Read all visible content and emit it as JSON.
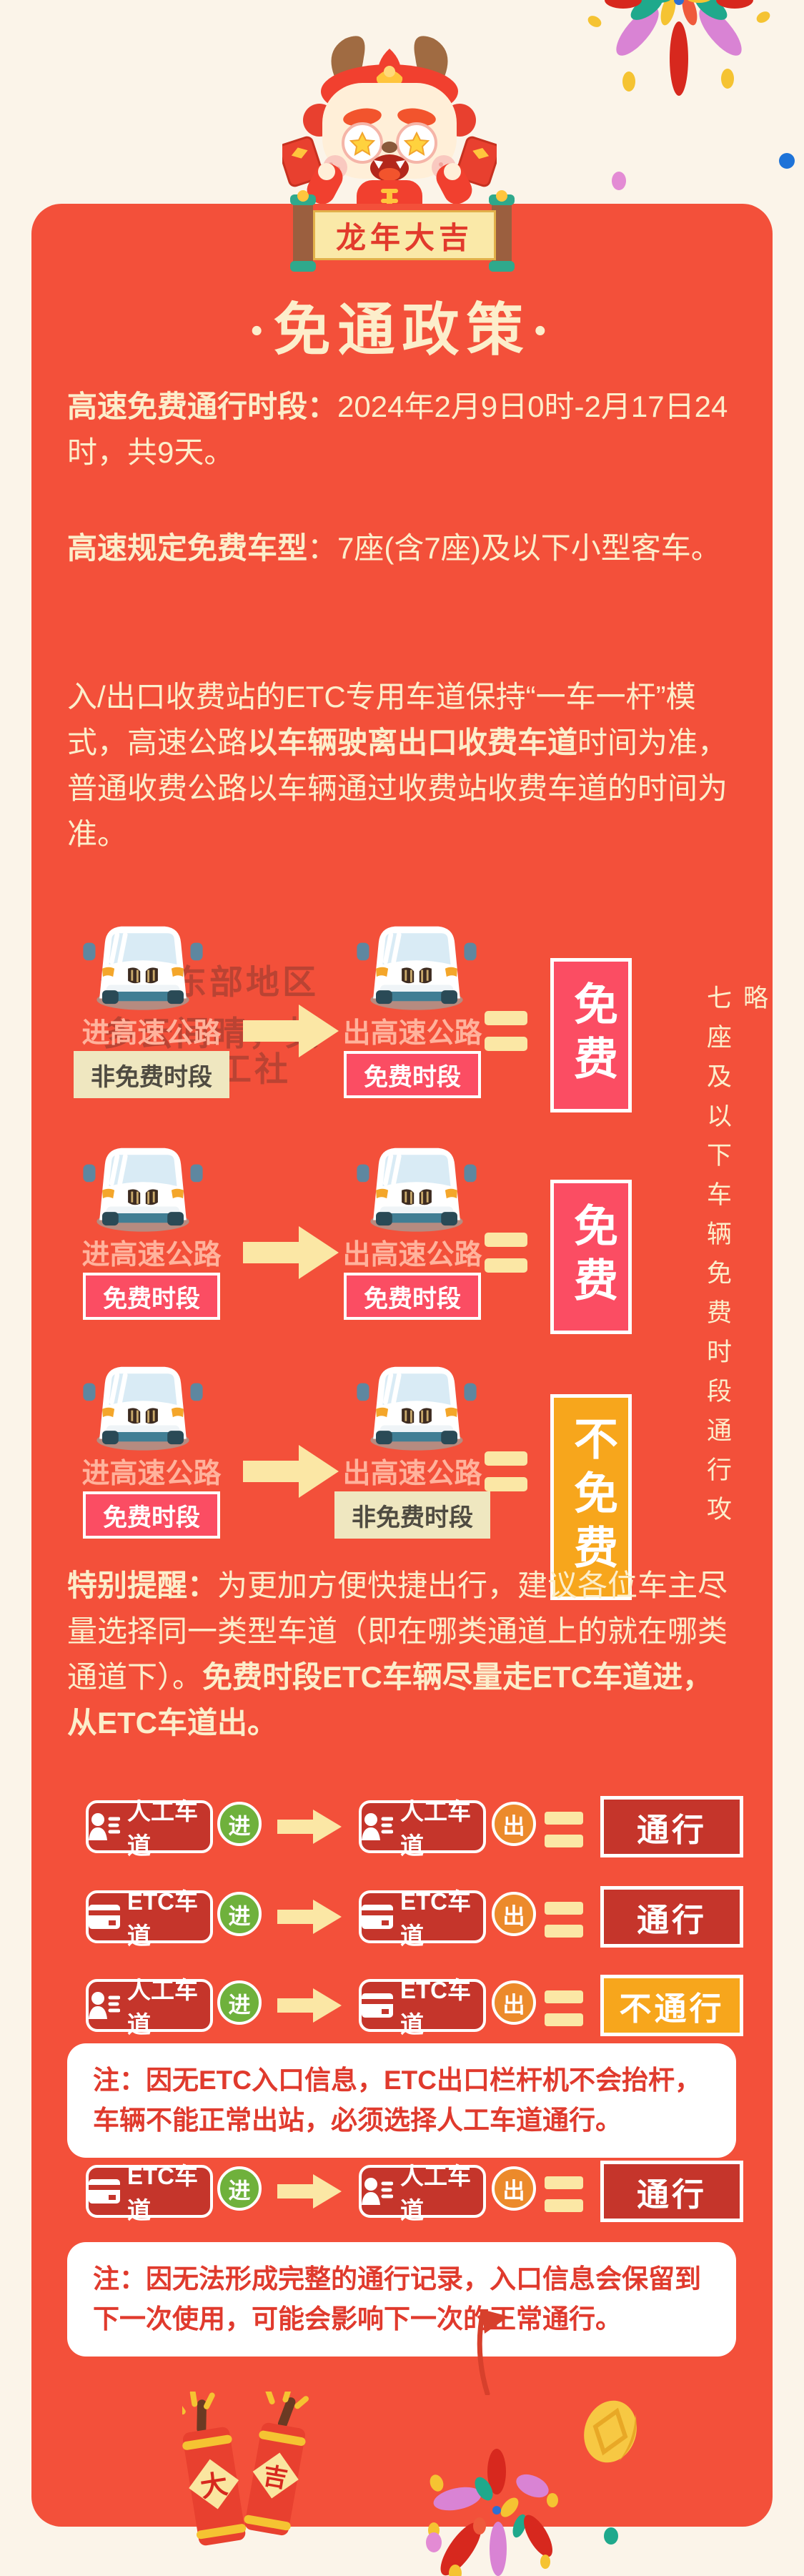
{
  "banner": {
    "scroll_text": "龙年大吉"
  },
  "title": {
    "text": "·免通政策·"
  },
  "paragraphs": {
    "p1": [
      {
        "t": "高速免费通行时段：",
        "b": true
      },
      {
        "t": "2024年2月9日0时-2月17日24时，共9天。",
        "b": false
      }
    ],
    "p2": [
      {
        "t": "高速规定免费车型",
        "b": true
      },
      {
        "t": "：7座(含7座)及以下小型客车。",
        "b": false
      }
    ],
    "p3": [
      {
        "t": "入/出口收费站的ETC专用车道保持“一车一杆”模式，高速公路",
        "b": false
      },
      {
        "t": "以车辆驶离出口收费车道",
        "b": true
      },
      {
        "t": "时间为准，普通收费公路以车辆通过收费站收费车道的时间为准。",
        "b": false
      }
    ],
    "reminder": [
      {
        "t": "特别提醒：",
        "b": true
      },
      {
        "t": "为更加方便快捷出行，建议各位车主尽量选择同一类型车道（即在哪类通道上的就在哪类通道下）。",
        "b": false
      },
      {
        "t": "免费时段ETC车辆尽量走ETC车道进，从ETC车道出。",
        "b": true
      }
    ]
  },
  "watermark": {
    "line1": "省的东部地区",
    "line2": "多云间晴，其",
    "line3": "口工社"
  },
  "side_note": {
    "text": "七座及以下车辆免费时段通行攻略"
  },
  "diagram": {
    "rows": [
      {
        "left_label": "进高速公路",
        "left_tag": "非免费时段",
        "left_tag_style": "khaki",
        "right_label": "出高速公路",
        "right_tag": "免费时段",
        "right_tag_style": "pink",
        "result": "免费",
        "result_style": "pink"
      },
      {
        "left_label": "进高速公路",
        "left_tag": "免费时段",
        "left_tag_style": "pink",
        "right_label": "出高速公路",
        "right_tag": "免费时段",
        "right_tag_style": "pink",
        "result": "免费",
        "result_style": "pink"
      },
      {
        "left_label": "进高速公路",
        "left_tag": "免费时段",
        "left_tag_style": "pink",
        "right_label": "出高速公路",
        "right_tag": "非免费时段",
        "right_tag_style": "khaki",
        "result": "不免费",
        "result_style": "orange"
      }
    ]
  },
  "lanes": {
    "rows": [
      {
        "left": "人工车道",
        "left_icon": "person",
        "enter": "进",
        "right": "人工车道",
        "right_icon": "person",
        "exit": "出",
        "result": "通行",
        "result_style": "red"
      },
      {
        "left": "ETC车道",
        "left_icon": "card",
        "enter": "进",
        "right": "ETC车道",
        "right_icon": "card",
        "exit": "出",
        "result": "通行",
        "result_style": "red"
      },
      {
        "left": "人工车道",
        "left_icon": "person",
        "enter": "进",
        "right": "ETC车道",
        "right_icon": "card",
        "exit": "出",
        "result": "不通行",
        "result_style": "orange"
      },
      {
        "left": "ETC车道",
        "left_icon": "card",
        "enter": "进",
        "right": "人工车道",
        "right_icon": "person",
        "exit": "出",
        "result": "通行",
        "result_style": "red"
      }
    ],
    "note1": "注：因无ETC入口信息，ETC出口栏杆机不会抬杆，车辆不能正常出站，必须选择人工车道通行。",
    "note2": "注：因无法形成完整的通行记录，入口信息会保留到下一次使用，可能会影响下一次的正常通行。"
  },
  "decor": {
    "firecracker_left_char": "大",
    "firecracker_right_char": "吉"
  },
  "colors": {
    "page_bg": "#FBF4E9",
    "card_bg": "#F3503A",
    "text_cream": "#FCEECB",
    "label_salmon": "#FFB29C",
    "tag_pink": "#FB4D63",
    "tag_khaki": "#EFE7C0",
    "tag_khaki_text": "#4F4B41",
    "result_orange": "#F7A61C",
    "lane_red": "#C5352B",
    "badge_green": "#6FB13C",
    "badge_orange": "#EC8A2B",
    "arrow_yellow": "#FBE7A5",
    "note_bg": "#FFFFFF",
    "note_text": "#E03A2D",
    "scroll_paper": "#FAE9A8",
    "scroll_text_red": "#E23A2C"
  }
}
